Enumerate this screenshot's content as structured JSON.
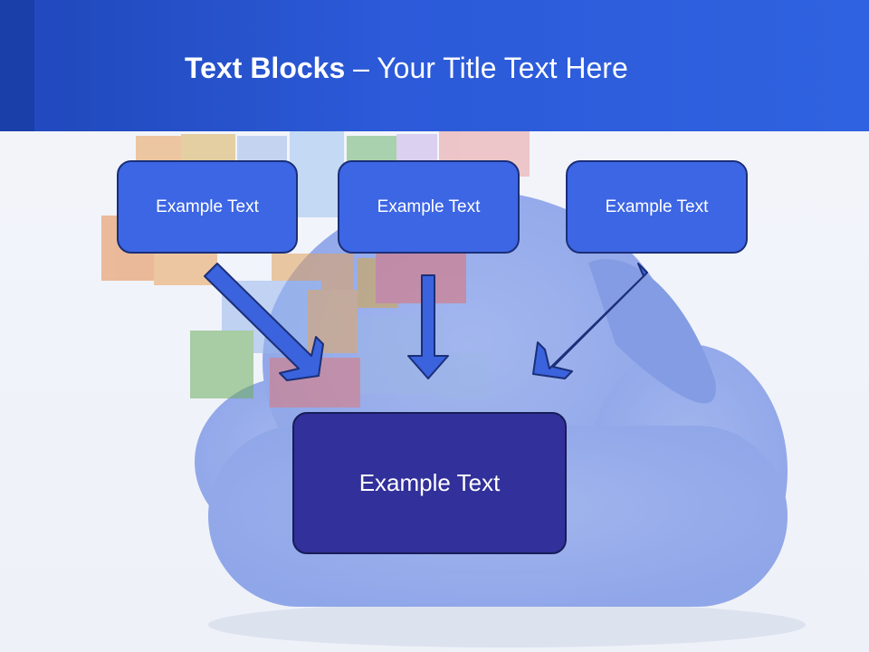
{
  "title": {
    "bold": "Text Blocks",
    "rest": " – Your Title Text Here"
  },
  "blocks": [
    {
      "label": "Example Text"
    },
    {
      "label": "Example Text"
    },
    {
      "label": "Example Text"
    }
  ],
  "main_block": {
    "label": "Example Text"
  },
  "colors": {
    "header": "#2c5ad9",
    "block_fill": "#3d66e4",
    "main_fill": "#32309a",
    "arrow": "#3a63dd"
  },
  "background_art": "cloud-with-app-icons"
}
